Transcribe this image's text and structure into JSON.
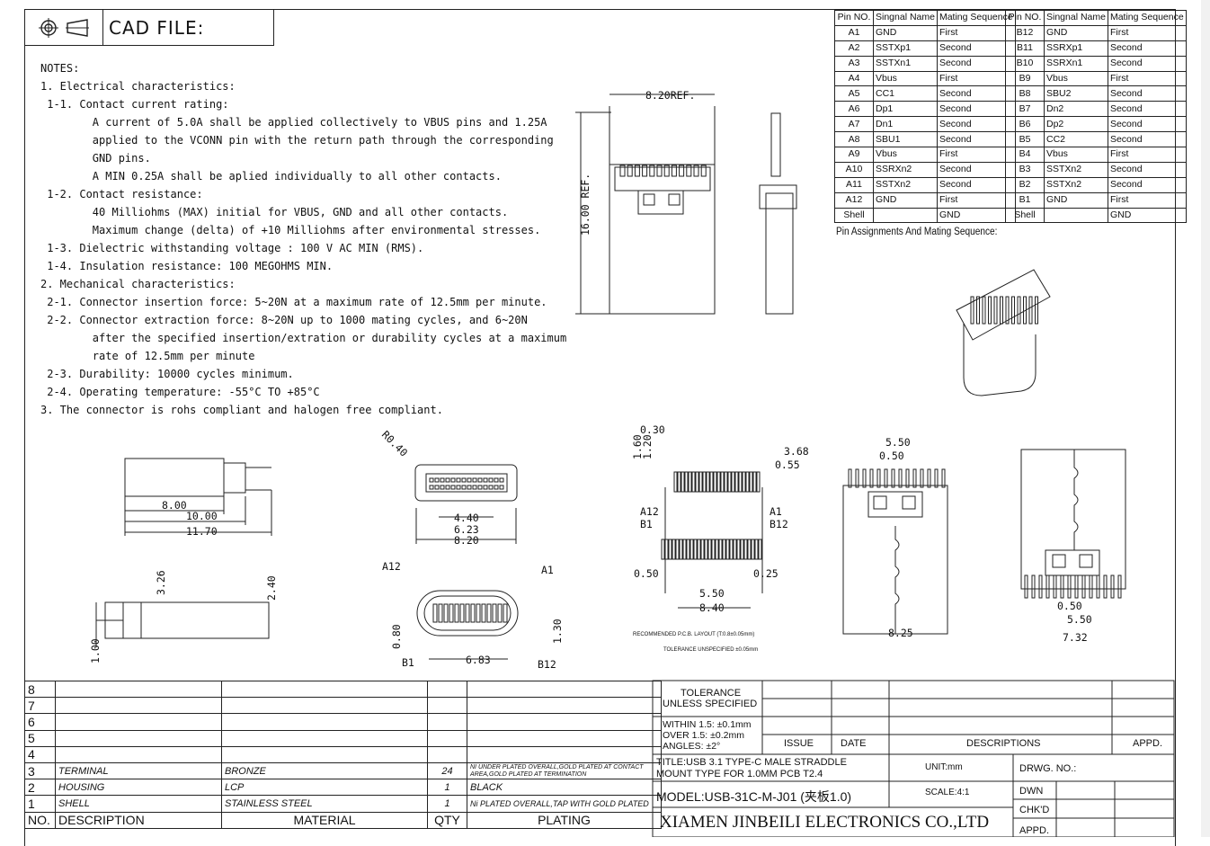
{
  "header": {
    "cad_label": "CAD FILE:"
  },
  "notes": [
    "NOTES:",
    "1. Electrical characteristics:",
    " 1-1. Contact current rating:",
    "        A current of 5.0A shall be applied collectively to VBUS pins and 1.25A",
    "        applied to the VCONN pin with the return path through the corresponding",
    "        GND pins.",
    "        A MIN 0.25A shall be aplied individually to all other contacts.",
    " 1-2. Contact resistance:",
    "        40 Milliohms (MAX) initial for VBUS, GND and all other contacts.",
    "        Maximum change (delta) of +10 Milliohms after environmental stresses.",
    " 1-3. Dielectric withstanding voltage : 100 V AC MIN (RMS).",
    " 1-4. Insulation resistance: 100 MEGOHMS MIN.",
    "2. Mechanical characteristics:",
    " 2-1. Connector insertion force: 5~20N at a maximum rate of 12.5mm per minute.",
    " 2-2. Connector extraction force: 8~20N up to 1000 mating cycles, and 6~20N",
    "        after the specified insertion/extration or durability cycles at a maximum",
    "        rate of 12.5mm per minute",
    " 2-3. Durability: 10000 cycles minimum.",
    " 2-4. Operating temperature: -55°C TO +85°C",
    "3. The connector is rohs compliant and halogen free compliant."
  ],
  "pin_table_left": {
    "headers": [
      "Pin NO.",
      "Singnal Name",
      "Mating Sequence"
    ],
    "rows": [
      [
        "A1",
        "GND",
        "First"
      ],
      [
        "A2",
        "SSTXp1",
        "Second"
      ],
      [
        "A3",
        "SSTXn1",
        "Second"
      ],
      [
        "A4",
        "Vbus",
        "First"
      ],
      [
        "A5",
        "CC1",
        "Second"
      ],
      [
        "A6",
        "Dp1",
        "Second"
      ],
      [
        "A7",
        "Dn1",
        "Second"
      ],
      [
        "A8",
        "SBU1",
        "Second"
      ],
      [
        "A9",
        "Vbus",
        "First"
      ],
      [
        "A10",
        "SSRXn2",
        "Second"
      ],
      [
        "A11",
        "SSTXn2",
        "Second"
      ],
      [
        "A12",
        "GND",
        "First"
      ],
      [
        "Shell",
        "",
        "GND"
      ]
    ]
  },
  "pin_table_right": {
    "headers": [
      "Pin NO.",
      "Singnal Name",
      "Mating Sequence"
    ],
    "rows": [
      [
        "B12",
        "GND",
        "First"
      ],
      [
        "B11",
        "SSRXp1",
        "Second"
      ],
      [
        "B10",
        "SSRXn1",
        "Second"
      ],
      [
        "B9",
        "Vbus",
        "First"
      ],
      [
        "B8",
        "SBU2",
        "Second"
      ],
      [
        "B7",
        "Dn2",
        "Second"
      ],
      [
        "B6",
        "Dp2",
        "Second"
      ],
      [
        "B5",
        "CC2",
        "Second"
      ],
      [
        "B4",
        "Vbus",
        "First"
      ],
      [
        "B3",
        "SSTXn2",
        "Second"
      ],
      [
        "B2",
        "SSTXn2",
        "Second"
      ],
      [
        "B1",
        "GND",
        "First"
      ],
      [
        "Shell",
        "",
        "GND"
      ]
    ]
  },
  "pin_caption": "Pin Assignments And Mating Sequence:",
  "dims": {
    "ref_width": "8.20REF.",
    "ref_height": "16.00 REF.",
    "side_8": "8.00",
    "side_10": "10.00",
    "side_1170": "11.70",
    "r040": "R0.40",
    "f440": "4.40",
    "f623": "6.23",
    "f820": "8.20",
    "h326": "3.26",
    "h240": "2.40",
    "h100": "1.00",
    "a12": "A12",
    "a1": "A1",
    "b1": "B1",
    "b12": "B12",
    "e080": "0.80",
    "e130": "1.30",
    "e683": "6.83",
    "p030": "0.30",
    "p160": "1.60",
    "p120": "1.20",
    "p368": "3.68",
    "p055": "0.55",
    "p050": "0.50",
    "p025": "0.25",
    "p550": "5.50",
    "p840": "8.40",
    "pcb_note": "RECOMMENDED  P.C.B. LAYOUT (T:0.8±0.05mm)",
    "tol_note": "TOLERANCE  UNSPECIFIED  ±0.05mm",
    "t550": "5.50",
    "t050": "0.50",
    "t825": "8.25",
    "u050": "0.50",
    "u550": "5.50",
    "u732": "7.32"
  },
  "bom": {
    "rows": [
      {
        "no": "8",
        "desc": "",
        "mat": "",
        "qty": "",
        "plating": ""
      },
      {
        "no": "7",
        "desc": "",
        "mat": "",
        "qty": "",
        "plating": ""
      },
      {
        "no": "6",
        "desc": "",
        "mat": "",
        "qty": "",
        "plating": ""
      },
      {
        "no": "5",
        "desc": "",
        "mat": "",
        "qty": "",
        "plating": ""
      },
      {
        "no": "4",
        "desc": "",
        "mat": "",
        "qty": "",
        "plating": ""
      },
      {
        "no": "3",
        "desc": "TERMINAL",
        "mat": "BRONZE",
        "qty": "24",
        "plating": "NI UNDER PLATED OVERALL,GOLD PLATED AT CONTACT AREA,GOLD PLATED AT TERMINATION"
      },
      {
        "no": "2",
        "desc": "HOUSING",
        "mat": "LCP",
        "qty": "1",
        "plating": "BLACK"
      },
      {
        "no": "1",
        "desc": "SHELL",
        "mat": "STAINLESS STEEL",
        "qty": "1",
        "plating": "Ni PLATED OVERALL,TAP WITH GOLD PLATED"
      }
    ],
    "header": {
      "no": "NO.",
      "desc": "DESCRIPTION",
      "mat": "MATERIAL",
      "qty": "QTY",
      "plating": "PLATING"
    }
  },
  "titleblock": {
    "tol1": "TOLERANCE",
    "tol2": "UNLESS  SPECIFIED",
    "w1": "WITHIN  1.5: ±0.1mm",
    "w2": "OVER  1.5:  ±0.2mm",
    "w3": "ANGLES: ±2°",
    "issue": "ISSUE",
    "date": "DATE",
    "desc": "DESCRIPTIONS",
    "appd": "APPD.",
    "title1": "TITLE:USB 3.1 TYPE-C MALE STRADDLE",
    "title2": "MOUNT TYPE FOR 1.0MM PCB T2.4",
    "unit": "UNIT:mm",
    "drwg": "DRWG. NO.:",
    "model": "MODEL:USB-31C-M-J01 (夹板1.0)",
    "scale": "SCALE:4:1",
    "dwn": "DWN",
    "chkd": "CHK'D",
    "appd2": "APPD.",
    "company": "XIAMEN JINBEILI ELECTRONICS CO.,LTD"
  }
}
